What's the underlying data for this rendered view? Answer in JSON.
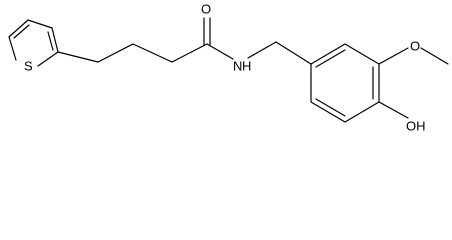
{
  "molecule": {
    "atom_labels": {
      "sulfur": "S",
      "oxygen_carbonyl": "O",
      "amide_nitrogen": "N",
      "amide_hydrogen": "H",
      "hydroxyl": "OH",
      "methoxy_oxygen": "O"
    }
  }
}
